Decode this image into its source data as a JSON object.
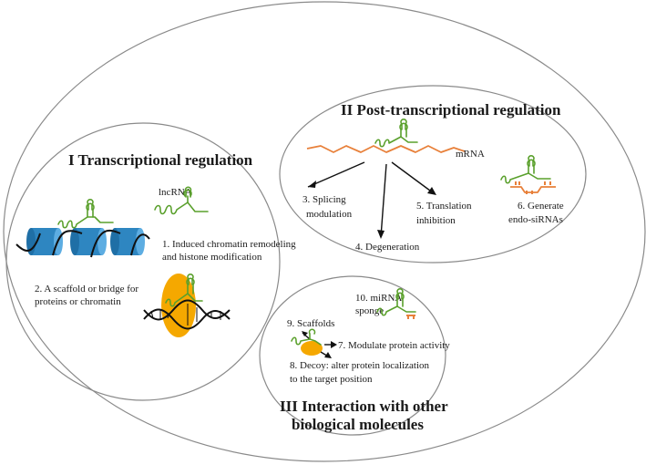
{
  "section_titles": {
    "transcriptional": "I Transcriptional regulation",
    "post_transcriptional": "II Post-transcriptional regulation",
    "interaction_line1": "III Interaction with other",
    "interaction_line2": "biological molecules"
  },
  "labels": {
    "lncrna": "lncRNA",
    "mrna": "mRNA",
    "item1_line1": "1. Induced chromatin remodeling",
    "item1_line2": "and histone modification",
    "item2_line1": "2. A scaffold or bridge for",
    "item2_line2": "proteins or chromatin",
    "item3_line1": "3. Splicing",
    "item3_line2": "modulation",
    "item4": "4. Degeneration",
    "item5_line1": "5. Translation",
    "item5_line2": "inhibition",
    "item6_line1": "6. Generate",
    "item6_line2": "endo-siRNAs",
    "item7": "7. Modulate protein activity",
    "item8_line1": "8. Decoy: alter protein localization",
    "item8_line2": "to the target position",
    "item9": "9. Scaffolds",
    "item10_line1": "10. miRNA",
    "item10_line2": "sponge"
  },
  "colors": {
    "lncrna": "#5aa02c",
    "mrna": "#e8803a",
    "nucleosome": "#2e86c1",
    "protein": "#f5a800",
    "outline": "#8a8a8a"
  }
}
